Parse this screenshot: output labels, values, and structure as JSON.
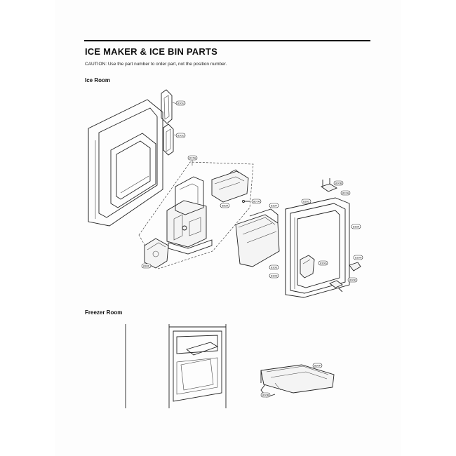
{
  "header": {
    "title": "ICE MAKER & ICE BIN PARTS",
    "caution": "CAUTION: Use the part number to order part, not the position number."
  },
  "sections": {
    "ice_room": "Ice Room",
    "freezer_room": "Freezer Room"
  },
  "callouts": {
    "c1": "830U",
    "c2": "830U",
    "c3": "615A",
    "c4": "580A",
    "c5": "807A",
    "c6": "830F",
    "c7": "830F",
    "c8": "830B",
    "c9": "832A",
    "c10": "830C",
    "c11": "830A",
    "c12": "830E",
    "c13": "830G",
    "c14": "830D",
    "c15": "830H",
    "c16": "830K",
    "c17": "830P",
    "c18": "830B"
  }
}
